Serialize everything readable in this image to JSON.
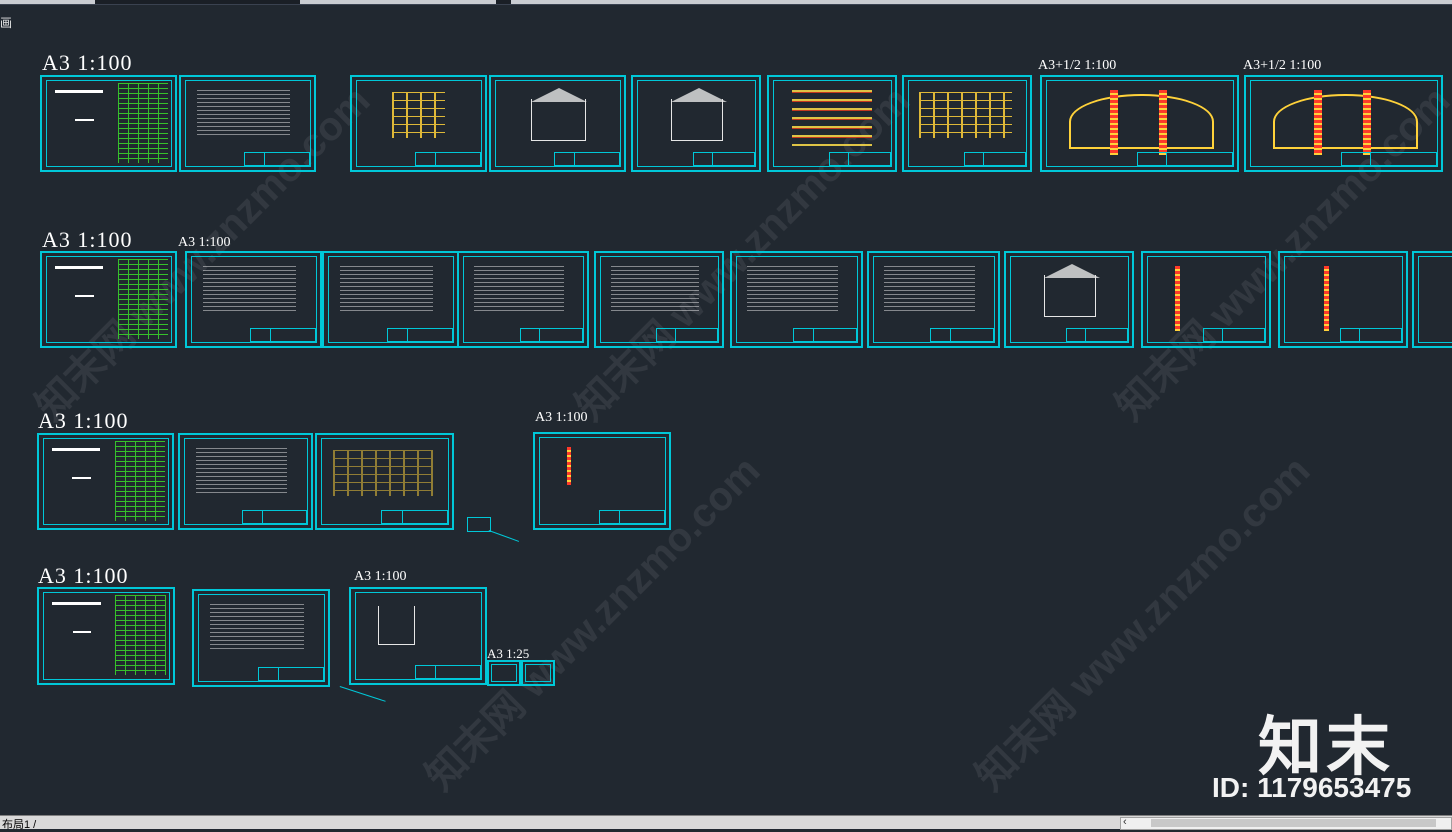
{
  "app": {
    "corner_glyph": "画",
    "layout_tab": "布局1 /"
  },
  "rows": [
    {
      "label": "A3  1:100"
    },
    {
      "label": "A3  1:100"
    },
    {
      "label": "A3  1:100"
    },
    {
      "label": "A3  1:100"
    }
  ],
  "sheet_labels": {
    "r1_half_a": "A3+1/2  1:100",
    "r1_half_b": "A3+1/2  1:100",
    "r2_a3": "A3 1:100",
    "r3_a3": "A3 1:100",
    "r4_a3": "A3 1:100",
    "r4_a3_125": "A3 1:25"
  },
  "watermark": {
    "text": "知末网 www.znzmo.com"
  },
  "logo": {
    "brand": "知末",
    "id": "ID: 1179653475"
  },
  "colors": {
    "background": "#212830",
    "frame": "#00c8d8",
    "table": "#39d22b",
    "accent": "#ffd23a"
  }
}
